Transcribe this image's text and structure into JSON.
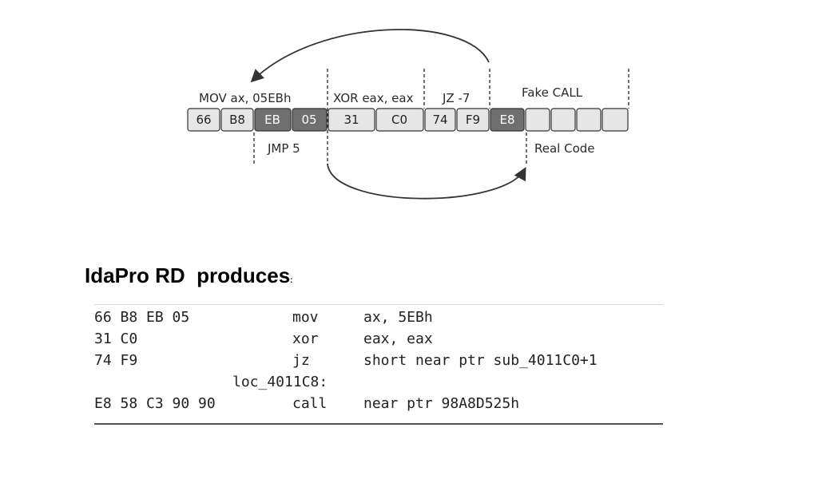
{
  "diagram": {
    "instruction_labels": [
      "MOV ax, 05EBh",
      "XOR eax, eax",
      "JZ -7",
      "Fake CALL"
    ],
    "lower_labels": [
      "JMP 5",
      "Real Code"
    ],
    "bytes": [
      "66",
      "B8",
      "EB",
      "05",
      "31",
      "C0",
      "74",
      "F9",
      "E8",
      "",
      "",
      "",
      ""
    ],
    "colors": {
      "light_cell": "#e6e6e6",
      "dark_cell": "#6f6f6f",
      "stroke": "#333333"
    }
  },
  "heading": {
    "text": "IdaPro RD  produces",
    "colon": ":"
  },
  "listing": {
    "rows": [
      {
        "bytes": "66 B8 EB 05",
        "label": "",
        "mnemonic": "mov",
        "operands": "ax, 5EBh"
      },
      {
        "bytes": "31 C0",
        "label": "",
        "mnemonic": "xor",
        "operands": "eax, eax"
      },
      {
        "bytes": "74 F9",
        "label": "",
        "mnemonic": "jz",
        "operands": "short near ptr sub_4011C0+1"
      },
      {
        "bytes": "",
        "label": "loc_4011C8:",
        "mnemonic": "",
        "operands": ""
      },
      {
        "bytes": "E8 58 C3 90 90",
        "label": "",
        "mnemonic": "call",
        "operands": "near ptr 98A8D525h"
      }
    ]
  }
}
